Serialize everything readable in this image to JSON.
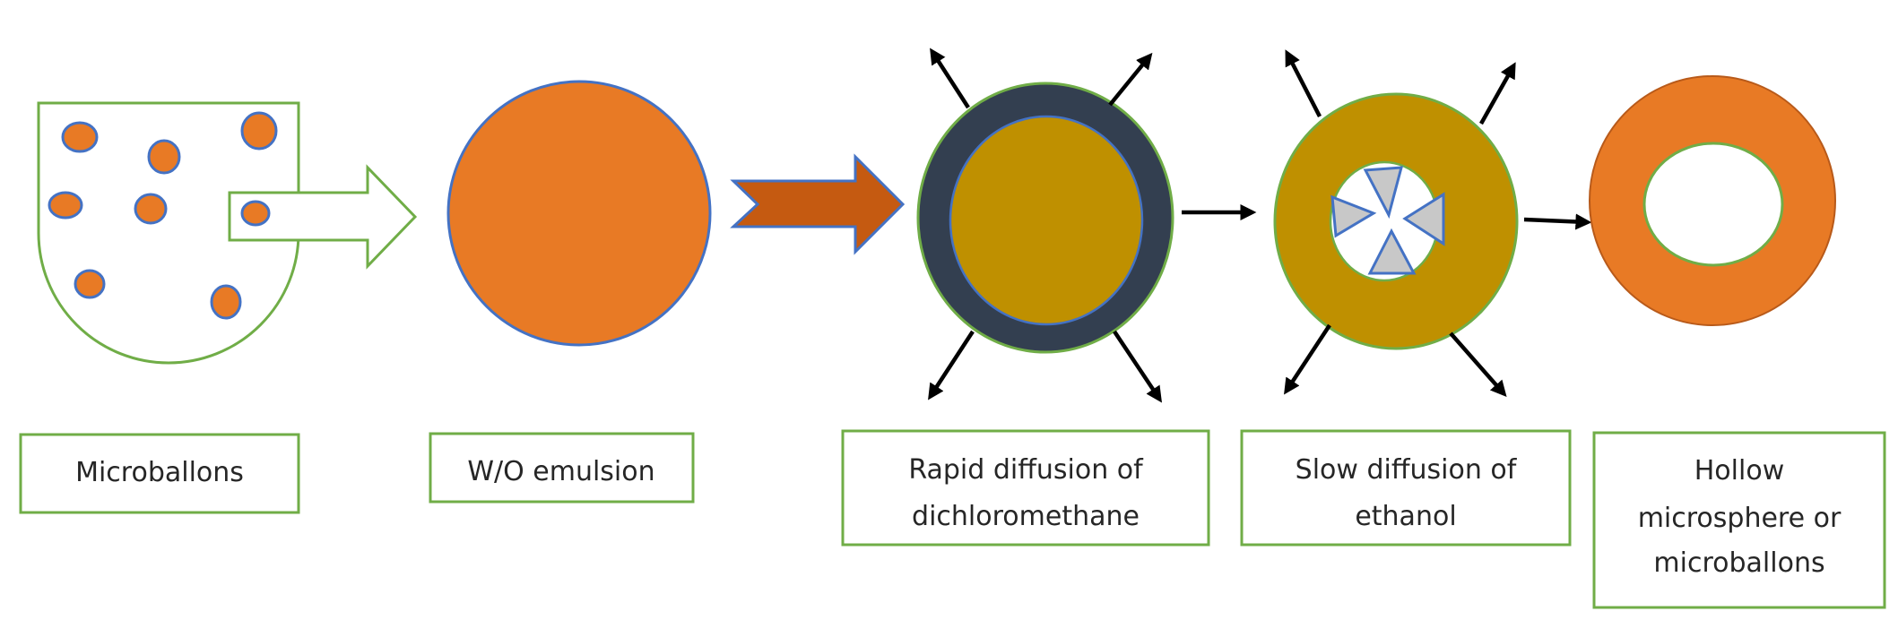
{
  "diagram": {
    "title": "Preparation of hollow microspheres (microballoons) by emulsion solvent diffusion",
    "stages": [
      {
        "id": "microballons",
        "label_lines": [
          "Microballons"
        ],
        "shape": "container-with-droplets"
      },
      {
        "id": "wo-emulsion",
        "label_lines": [
          "W/O emulsion"
        ],
        "shape": "filled-circle"
      },
      {
        "id": "rapid-diffusion",
        "label_lines": [
          "Rapid diffusion of",
          "dichloromethane"
        ],
        "shape": "double-ring-with-outward-arrows"
      },
      {
        "id": "slow-diffusion",
        "label_lines": [
          "Slow diffusion of",
          "ethanol"
        ],
        "shape": "ring-with-inner-triangles-and-outward-arrows"
      },
      {
        "id": "hollow-microsphere",
        "label_lines": [
          "Hollow",
          "microsphere or",
          "microballons"
        ],
        "shape": "hollow-ring"
      }
    ],
    "connectors": [
      {
        "from": "microballons",
        "to": "wo-emulsion",
        "style": "hollow-block-arrow"
      },
      {
        "from": "wo-emulsion",
        "to": "rapid-diffusion",
        "style": "notched-block-arrow"
      },
      {
        "from": "rapid-diffusion",
        "to": "slow-diffusion",
        "style": "line-arrow"
      },
      {
        "from": "slow-diffusion",
        "to": "hollow-microsphere",
        "style": "line-arrow"
      }
    ],
    "droplet_count": 8,
    "colors": {
      "outline_green": "#70ad47",
      "outline_blue": "#4472c4",
      "droplet_orange": "#e87a25",
      "arrow_rust": "#c55a11",
      "shell_dark": "#333f50",
      "core_gold": "#bf9000",
      "triangle_gray": "#c8c8c8",
      "hollow_orange": "#e87a25",
      "hollow_outline": "#b85a1a",
      "text": "#262626",
      "arrow_black": "#000000"
    }
  }
}
